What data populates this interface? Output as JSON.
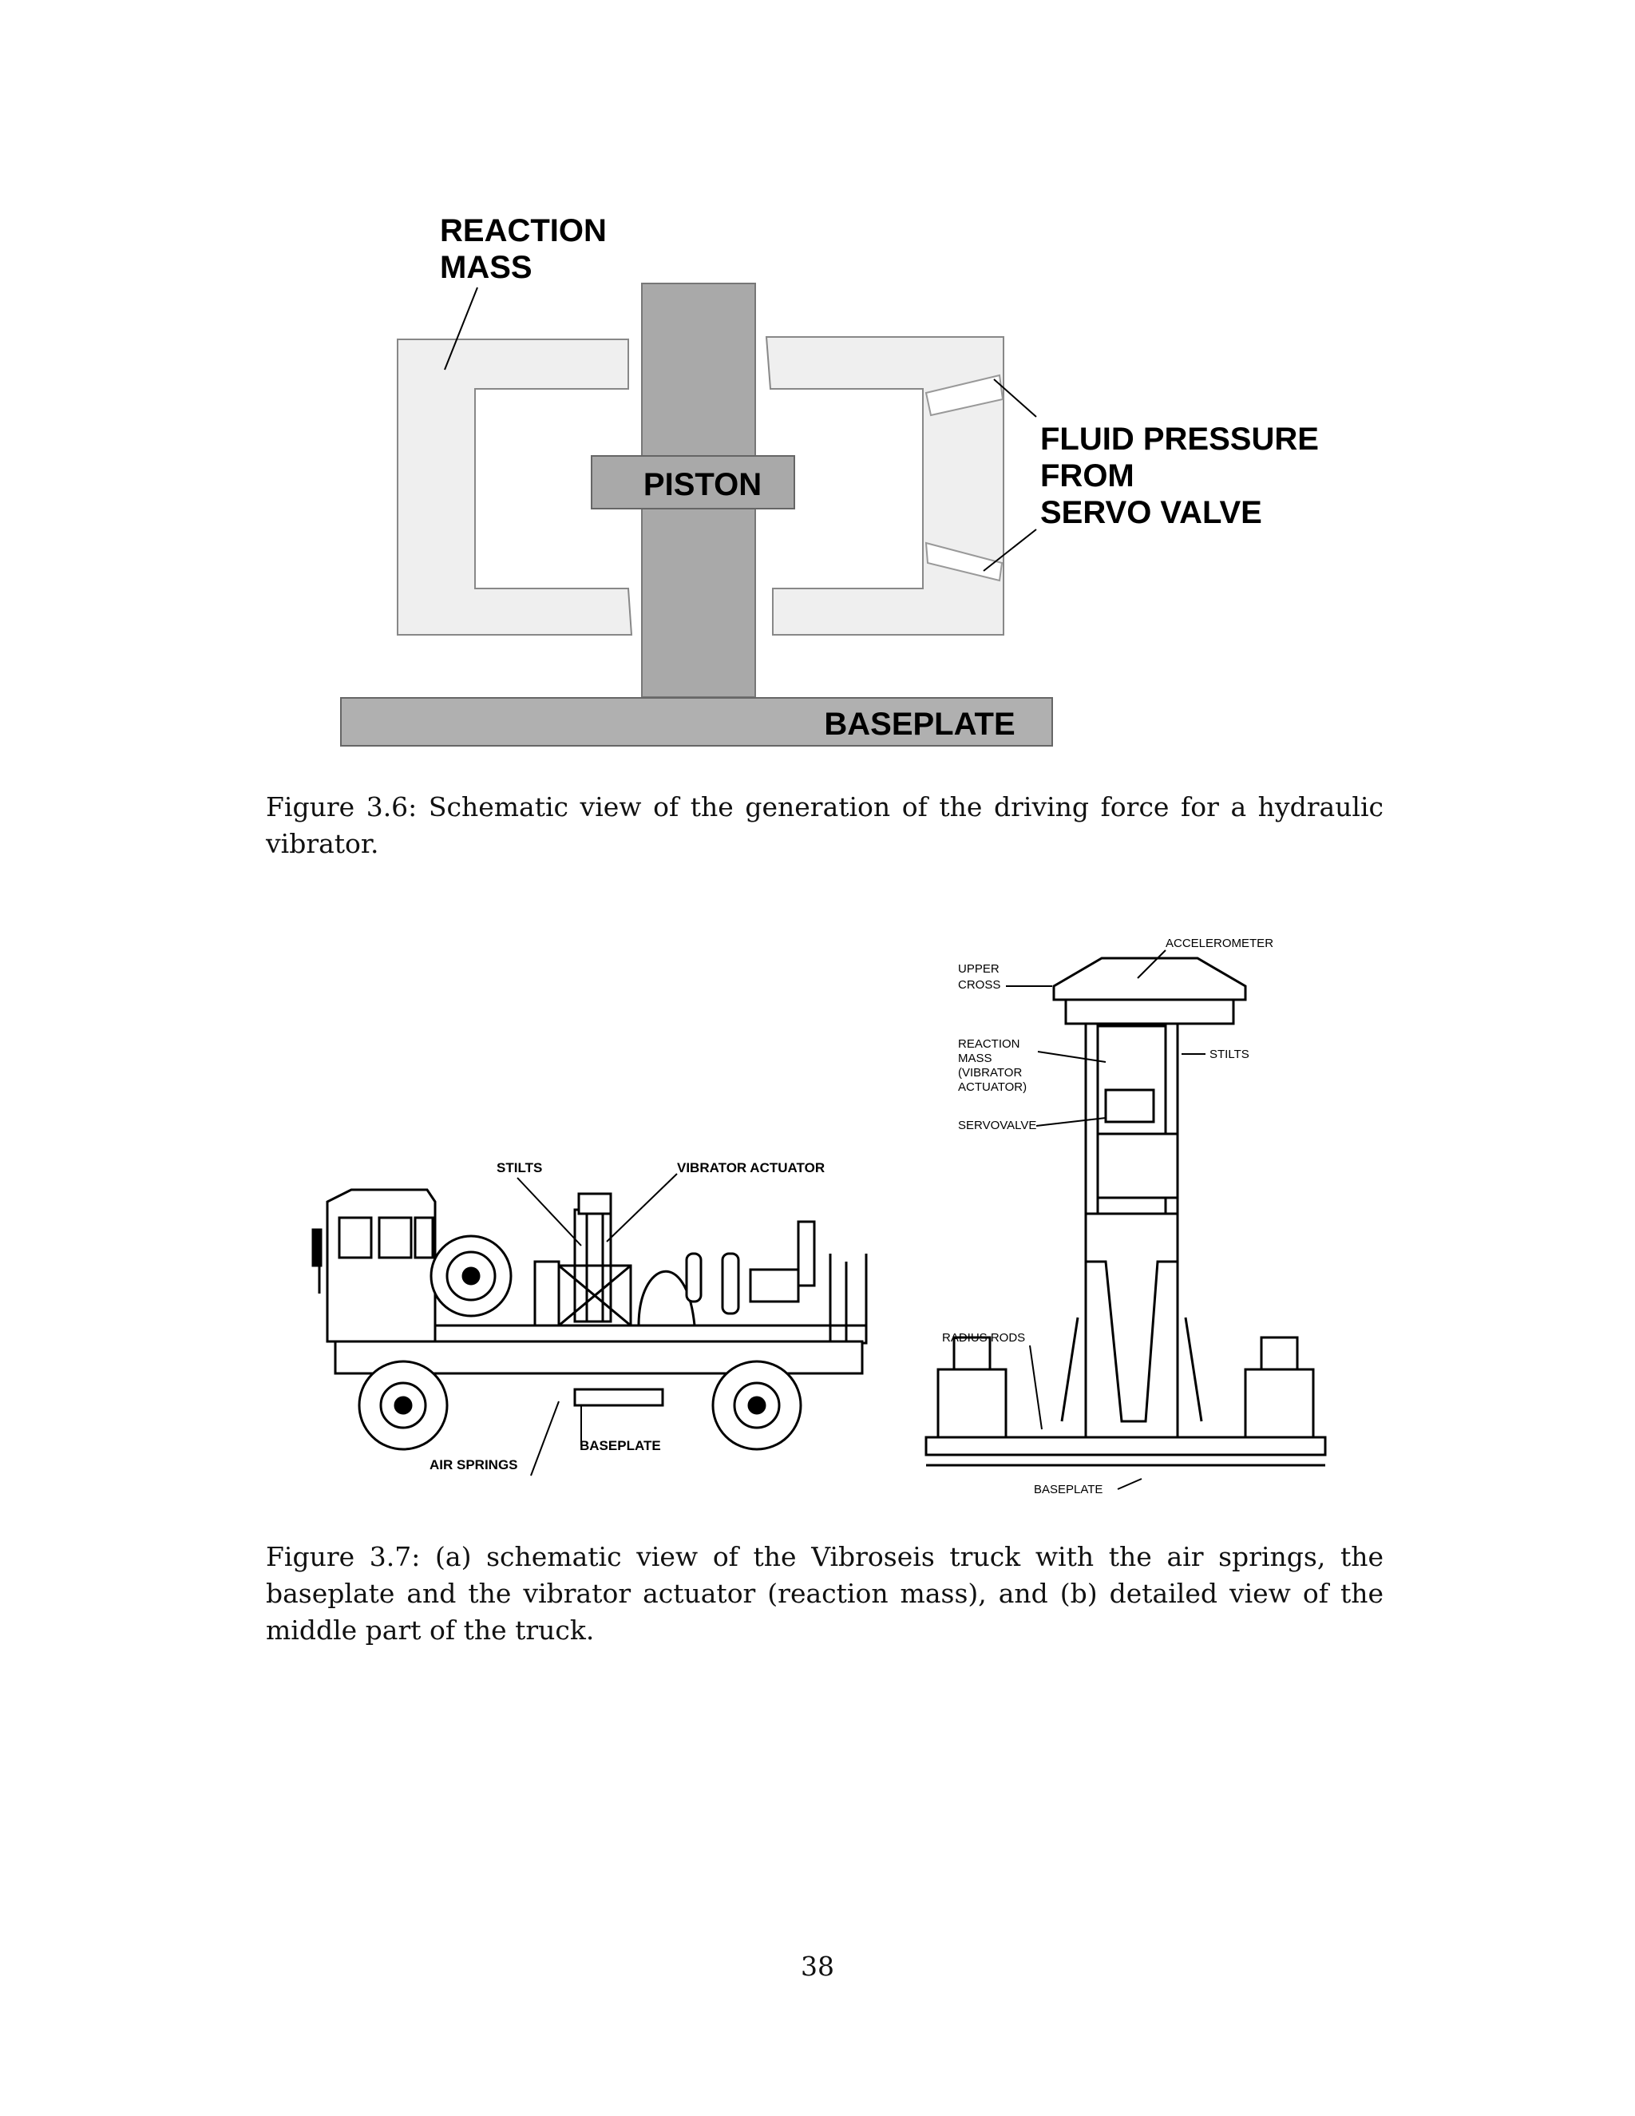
{
  "figure_3_6": {
    "reaction_mass_label_1": "REACTION",
    "reaction_mass_label_2": "MASS",
    "piston_label": "PISTON",
    "fluid_label_1": "FLUID PRESSURE",
    "fluid_label_2": "FROM",
    "fluid_label_3": "SERVO VALVE",
    "baseplate_label": "BASEPLATE",
    "caption": "Figure 3.6: Schematic view of the generation of the driving force for a hydraulic vibrator."
  },
  "figure_3_7": {
    "truck_labels": {
      "stilts": "STILTS",
      "vibrator_actuator": "VIBRATOR ACTUATOR",
      "baseplate": "BASEPLATE",
      "air_springs": "AIR SPRINGS"
    },
    "detail_labels": {
      "accelerometer": "ACCELEROMETER",
      "upper_cross_1": "UPPER",
      "upper_cross_2": "CROSS",
      "reaction_mass_1": "REACTION",
      "reaction_mass_2": "MASS",
      "reaction_mass_3": "(VIBRATOR",
      "reaction_mass_4": "ACTUATOR)",
      "stilts": "STILTS",
      "servovalve": "SERVOVALVE",
      "radius_rods": "RADIUS RODS",
      "baseplate": "BASEPLATE"
    },
    "caption": "Figure 3.7: (a) schematic view of the Vibroseis truck with the air springs, the baseplate and the vibrator actuator (reaction mass), and (b) detailed view of the middle part of the truck."
  },
  "page_number": "38"
}
